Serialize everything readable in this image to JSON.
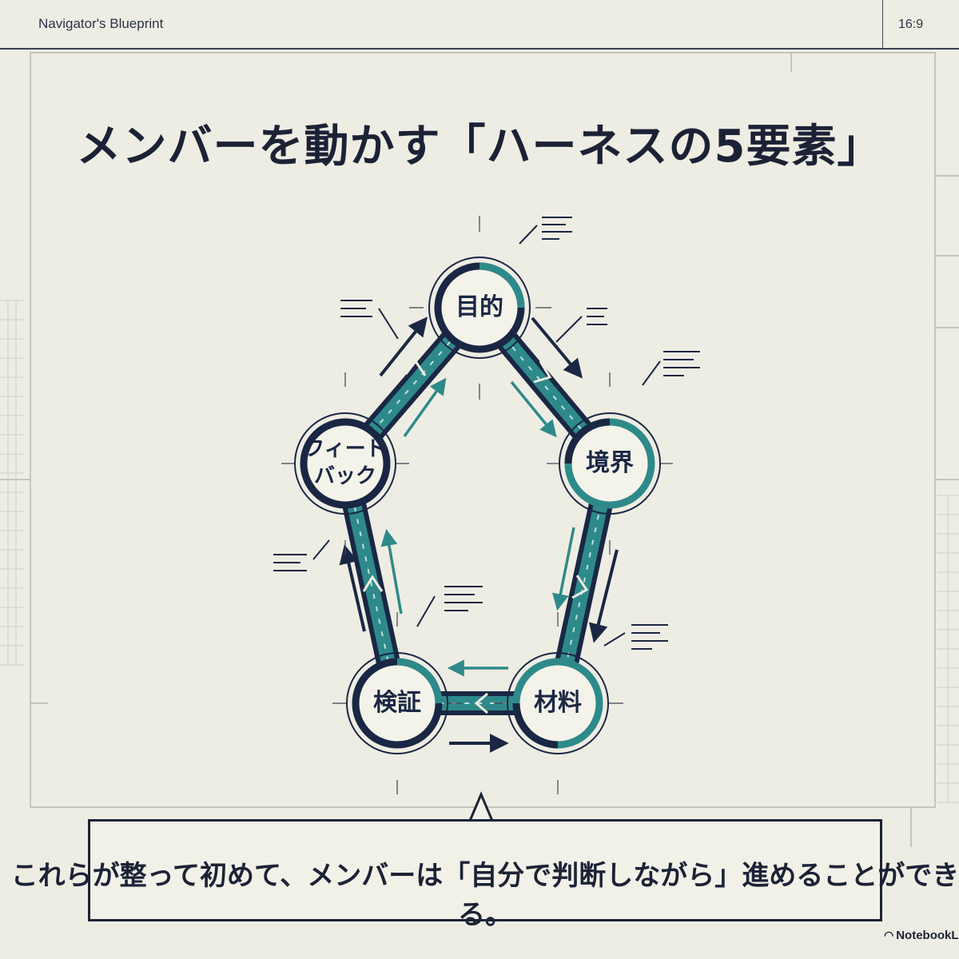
{
  "header": {
    "brand": "Navigator's Blueprint",
    "aspect_ratio": "16:9"
  },
  "title": "メンバーを動かす「ハーネスの5要素」",
  "diagram": {
    "nodes": [
      {
        "id": "purpose",
        "label": "目的"
      },
      {
        "id": "boundary",
        "label": "境界"
      },
      {
        "id": "material",
        "label": "材料"
      },
      {
        "id": "verification",
        "label": "検証"
      },
      {
        "id": "feedback",
        "label": "フィード\nバック"
      }
    ],
    "cycle_order": [
      "purpose",
      "boundary",
      "material",
      "verification",
      "feedback",
      "purpose"
    ]
  },
  "callout": {
    "text": "これらが整って初めて、メンバーは「自分で判断しながら」進めることができる。"
  },
  "footer": {
    "brand": "NotebookLM"
  },
  "colors": {
    "background": "#eeede3",
    "navy": "#1a2744",
    "teal": "#2e8a8a",
    "grid": "#c9c8bd"
  }
}
